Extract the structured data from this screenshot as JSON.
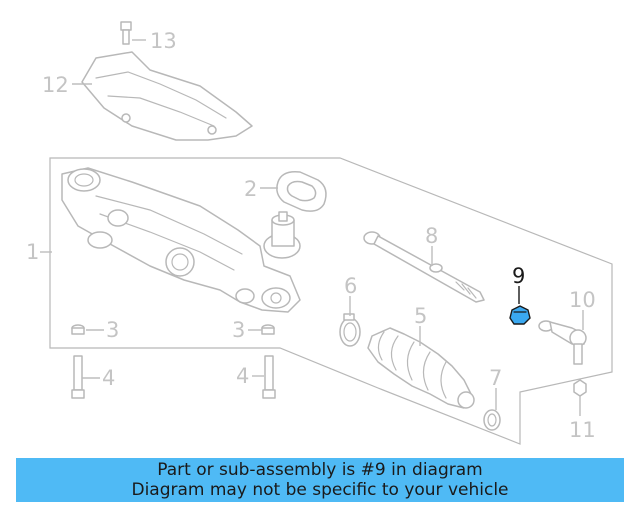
{
  "labels": {
    "p1": "1",
    "p2": "2",
    "p3a": "3",
    "p3b": "3",
    "p4a": "4",
    "p4b": "4",
    "p5": "5",
    "p6": "6",
    "p7": "7",
    "p8": "8",
    "p9": "9",
    "p10": "10",
    "p11": "11",
    "p12": "12",
    "p13": "13"
  },
  "highlight_part": "9",
  "colors": {
    "highlight_fill": "#3aa8f0",
    "banner_bg": "#4fbaf5",
    "line_gray": "#b8b8b8",
    "label_gray": "#c4c4c4"
  },
  "banner": {
    "line1": "Part or sub-assembly is #9 in diagram",
    "line2": "Diagram may not be specific to your vehicle"
  }
}
